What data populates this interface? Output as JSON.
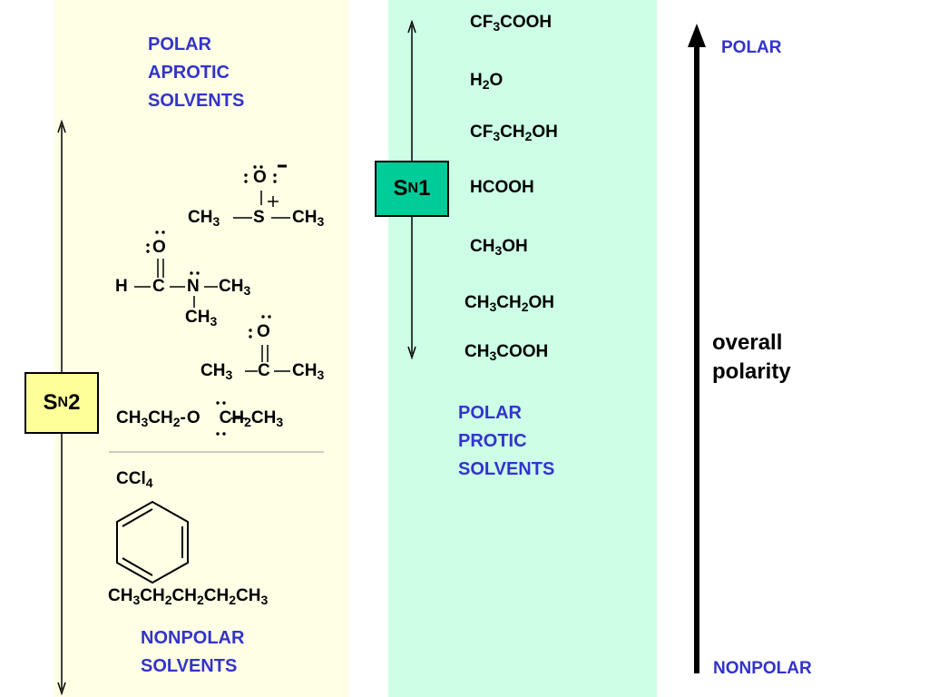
{
  "aprotic": {
    "heading": [
      "POLAR",
      "APROTIC",
      "SOLVENTS"
    ],
    "dmso": {
      "o": "O",
      "s": "S",
      "ch3": "CH",
      "three": "3",
      "plus": "+",
      "minus": "-"
    },
    "dmf": {
      "o": "O",
      "h": "H",
      "c": "C",
      "n": "N",
      "ch3": "CH",
      "three": "3"
    },
    "acetone": {
      "o": "O",
      "c": "C",
      "ch3": "CH",
      "three": "3"
    },
    "ether": {
      "ch3ch2": "CH",
      "three": "3",
      "ch": "CH",
      "two": "2",
      "o": "O",
      "dash": "-"
    }
  },
  "nonpolar": {
    "ccl4": {
      "ccl": "CCl",
      "four": "4"
    },
    "pentane": {
      "ch": "CH",
      "three": "3",
      "two": "2"
    },
    "heading": [
      "NONPOLAR",
      "SOLVENTS"
    ]
  },
  "protic": {
    "list": {
      "cf3cooh": {
        "a": "CF",
        "b": "3",
        "c": "COOH"
      },
      "h2o": {
        "a": "H",
        "b": "2",
        "c": "O"
      },
      "cf3ch2oh": {
        "a": "CF",
        "b": "3",
        "c": "CH",
        "d": "2",
        "e": "OH"
      },
      "hcooh": "HCOOH",
      "ch3oh": {
        "a": "CH",
        "b": "3",
        "c": "OH"
      },
      "ch3ch2oh": {
        "a": "CH",
        "b": "3",
        "c": "CH",
        "d": "2",
        "e": "OH"
      },
      "ch3cooh": {
        "a": "CH",
        "b": "3",
        "c": "COOH"
      }
    },
    "heading": [
      "POLAR",
      "PROTIC",
      "SOLVENTS"
    ]
  },
  "badges": {
    "sn2": {
      "s": "S",
      "n": "N",
      "num": "2"
    },
    "sn1": {
      "s": "S",
      "n": "N",
      "num": "1"
    }
  },
  "scale": {
    "top": "POLAR",
    "bottom": "NONPOLAR",
    "caption": [
      "overall",
      "polarity"
    ]
  },
  "colors": {
    "accent": "#3333cc",
    "aprotic_bg": "#ffffe6",
    "protic_bg": "#ccffe6",
    "sn2_badge": "#ffff99",
    "sn1_badge": "#00cc99"
  }
}
